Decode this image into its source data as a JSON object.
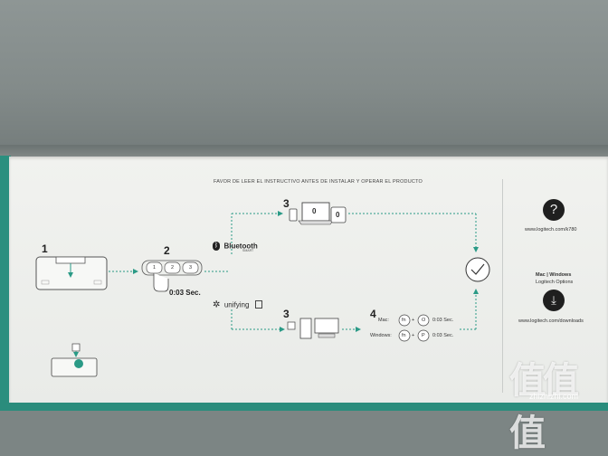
{
  "instruction_header": "FAVOR DE LEER EL INSTRUCTIVO ANTES DE INSTALAR Y OPERAR EL PRODUCTO",
  "steps": {
    "s1": "1",
    "s2": "2",
    "s3a": "3",
    "s3b": "3",
    "s4": "4"
  },
  "hold_keys": [
    "1",
    "2",
    "3"
  ],
  "hold_time": "0:03 Sec.",
  "bluetooth_label": "Bluetooth",
  "bluetooth_sub": "SMART",
  "unifying_label": "unifying",
  "os_rows": [
    {
      "os": "Mac:",
      "fn": "fn",
      "key": "O",
      "time": "0:03 Sec."
    },
    {
      "os": "Windows:",
      "fn": "fn",
      "key": "P",
      "time": "0:03 Sec."
    }
  ],
  "device_keys": [
    "0",
    "0"
  ],
  "support_url": "www.logitech.com/k780",
  "platforms": "Mac | Windows",
  "software": "Logitech Options",
  "download_url": "www.logitech.com/downloads",
  "watermark": {
    "big": "值值值",
    "site": "zhizhizhi.com"
  },
  "colors": {
    "teal": "#2b8f7f",
    "card": "#eef0ed",
    "arrow": "#2a9a86"
  },
  "icons": [
    "help-icon",
    "download-icon",
    "check-icon",
    "bluetooth-icon",
    "unifying-icon"
  ]
}
